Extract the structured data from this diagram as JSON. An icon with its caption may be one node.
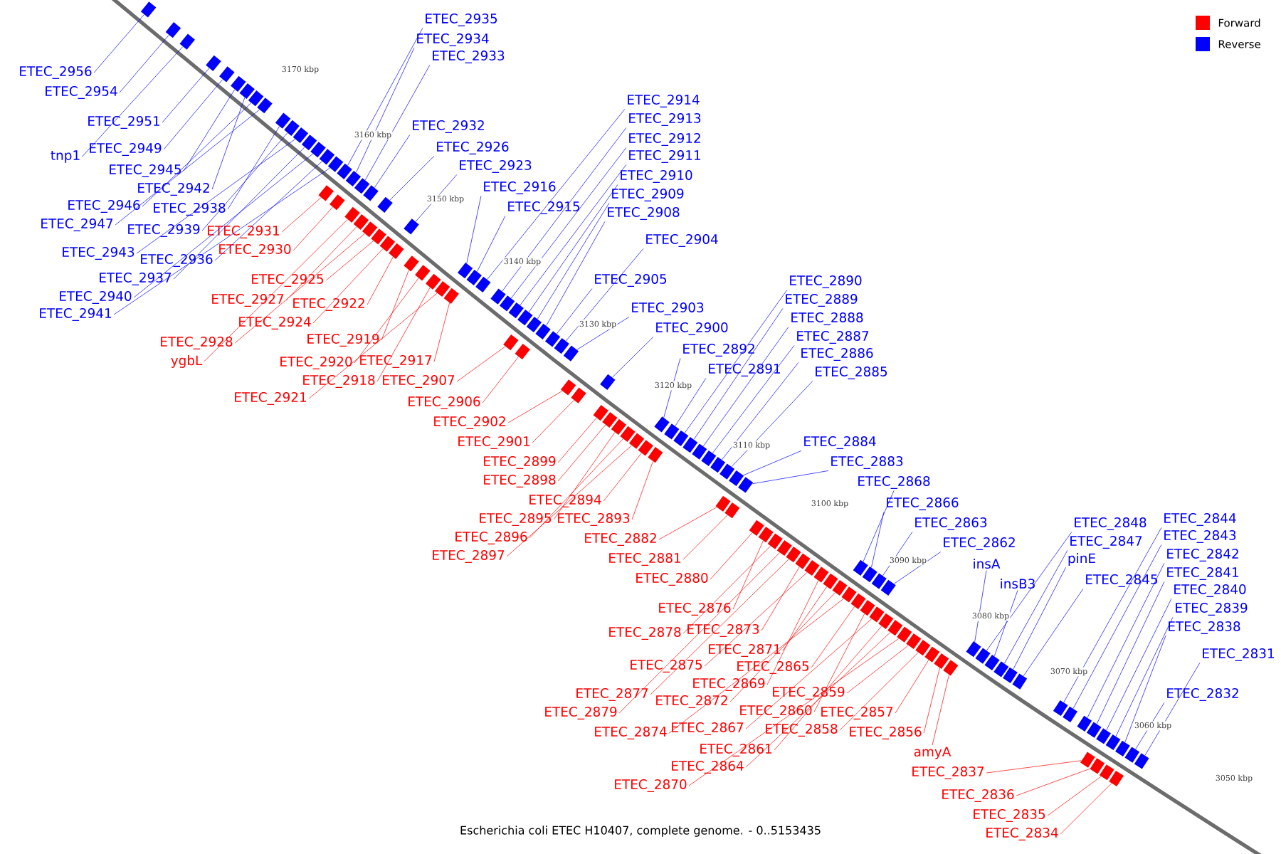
{
  "diagram": {
    "caption": "Escherichia coli ETEC H10407, complete genome. - 0..5153435",
    "nodes": [
      {
        "text": [
          "ETEC_2956"
        ]
      },
      {
        "text": [
          "ETEC_2954"
        ]
      },
      {
        "text": [
          "ETEC_2951"
        ]
      },
      {
        "text": [
          "tnp1"
        ]
      },
      {
        "text": [
          "ETEC_2949"
        ]
      },
      {
        "text": [
          "ETEC_2945"
        ]
      },
      {
        "text": [
          "ETEC_2942"
        ]
      },
      {
        "text": [
          "ETEC_2946"
        ]
      },
      {
        "text": [
          "ETEC_2938"
        ]
      },
      {
        "text": [
          "ETEC_2947"
        ]
      },
      {
        "text": [
          "ETEC_2939"
        ]
      },
      {
        "text": [
          "ETEC_2943"
        ]
      },
      {
        "text": [
          "ETEC_2936"
        ]
      },
      {
        "text": [
          "ETEC_2937"
        ]
      },
      {
        "text": [
          "ETEC_2940"
        ]
      },
      {
        "text": [
          "ETEC_2941"
        ]
      },
      {
        "text": [
          "ETEC_2935"
        ]
      },
      {
        "text": [
          "ETEC_2934"
        ]
      },
      {
        "text": [
          "ETEC_2933"
        ]
      },
      {
        "text": [
          "ETEC_2932"
        ]
      },
      {
        "text": [
          "ETEC_2926"
        ]
      },
      {
        "text": [
          "ETEC_2923"
        ]
      },
      {
        "text": [
          "ETEC_2916"
        ]
      },
      {
        "text": [
          "ETEC_2915"
        ]
      },
      {
        "text": [
          "ETEC_2914"
        ]
      },
      {
        "text": [
          "ETEC_2913"
        ]
      },
      {
        "text": [
          "ETEC_2912"
        ]
      },
      {
        "text": [
          "ETEC_2911"
        ]
      },
      {
        "text": [
          "ETEC_2910"
        ]
      },
      {
        "text": [
          "ETEC_2909"
        ]
      },
      {
        "text": [
          "ETEC_2908"
        ]
      },
      {
        "text": [
          "ETEC_2904"
        ]
      },
      {
        "text": [
          "ETEC_2905"
        ]
      },
      {
        "text": [
          "ETEC_2903"
        ]
      },
      {
        "text": [
          "ETEC_2900"
        ]
      },
      {
        "text": [
          "ETEC_2892"
        ]
      },
      {
        "text": [
          "ETEC_2891"
        ]
      },
      {
        "text": [
          "ETEC_2890"
        ]
      },
      {
        "text": [
          "ETEC_2889"
        ]
      },
      {
        "text": [
          "ETEC_2888"
        ]
      },
      {
        "text": [
          "ETEC_2887"
        ]
      },
      {
        "text": [
          "ETEC_2886"
        ]
      },
      {
        "text": [
          "ETEC_2885"
        ]
      },
      {
        "text": [
          "ETEC_2884"
        ]
      },
      {
        "text": [
          "ETEC_2883"
        ]
      },
      {
        "text": [
          "ETEC_2868"
        ]
      },
      {
        "text": [
          "ETEC_2866"
        ]
      },
      {
        "text": [
          "ETEC_2863"
        ]
      },
      {
        "text": [
          "ETEC_2862"
        ]
      },
      {
        "text": [
          "insA"
        ]
      },
      {
        "text": [
          "insB3"
        ]
      },
      {
        "text": [
          "ETEC_2848"
        ]
      },
      {
        "text": [
          "ETEC_2847"
        ]
      },
      {
        "text": [
          "pinE"
        ]
      },
      {
        "text": [
          "ETEC_2845"
        ]
      },
      {
        "text": [
          "ETEC_2844"
        ]
      },
      {
        "text": [
          "ETEC_2843"
        ]
      },
      {
        "text": [
          "ETEC_2842"
        ]
      },
      {
        "text": [
          "ETEC_2841"
        ]
      },
      {
        "text": [
          "ETEC_2840"
        ]
      },
      {
        "text": [
          "ETEC_2839"
        ]
      },
      {
        "text": [
          "ETEC_2838"
        ]
      },
      {
        "text": [
          "ETEC_2831"
        ]
      },
      {
        "text": [
          "ETEC_2832"
        ]
      },
      {
        "text": [
          "ETEC_2931"
        ]
      },
      {
        "text": [
          "ETEC_2930"
        ]
      },
      {
        "text": [
          "ETEC_2925"
        ]
      },
      {
        "text": [
          "ETEC_2927"
        ]
      },
      {
        "text": [
          "ETEC_2922"
        ]
      },
      {
        "text": [
          "ETEC_2924"
        ]
      },
      {
        "text": [
          "ETEC_2919"
        ]
      },
      {
        "text": [
          "ETEC_2928"
        ]
      },
      {
        "text": [
          "ygbL"
        ]
      },
      {
        "text": [
          "ETEC_2920"
        ]
      },
      {
        "text": [
          "ETEC_2917"
        ]
      },
      {
        "text": [
          "ETEC_2918"
        ]
      },
      {
        "text": [
          "ETEC_2907"
        ]
      },
      {
        "text": [
          "ETEC_2921"
        ]
      },
      {
        "text": [
          "ETEC_2906"
        ]
      },
      {
        "text": [
          "ETEC_2902"
        ]
      },
      {
        "text": [
          "ETEC_2901"
        ]
      },
      {
        "text": [
          "ETEC_2899"
        ]
      },
      {
        "text": [
          "ETEC_2898"
        ]
      },
      {
        "text": [
          "ETEC_2894"
        ]
      },
      {
        "text": [
          "ETEC_2895"
        ]
      },
      {
        "text": [
          "ETEC_2893"
        ]
      },
      {
        "text": [
          "ETEC_2896"
        ]
      },
      {
        "text": [
          "ETEC_2897"
        ]
      },
      {
        "text": [
          "ETEC_2882"
        ]
      },
      {
        "text": [
          "ETEC_2881"
        ]
      },
      {
        "text": [
          "ETEC_2880"
        ]
      },
      {
        "text": [
          "ETEC_2876"
        ]
      },
      {
        "text": [
          "ETEC_2878"
        ]
      },
      {
        "text": [
          "ETEC_2873"
        ]
      },
      {
        "text": [
          "ETEC_2871"
        ]
      },
      {
        "text": [
          "ETEC_2875"
        ]
      },
      {
        "text": [
          "ETEC_2865"
        ]
      },
      {
        "text": [
          "ETEC_2869"
        ]
      },
      {
        "text": [
          "ETEC_2877"
        ]
      },
      {
        "text": [
          "ETEC_2872"
        ]
      },
      {
        "text": [
          "ETEC_2859"
        ]
      },
      {
        "text": [
          "ETEC_2879"
        ]
      },
      {
        "text": [
          "ETEC_2860"
        ]
      },
      {
        "text": [
          "ETEC_2857"
        ]
      },
      {
        "text": [
          "ETEC_2874"
        ]
      },
      {
        "text": [
          "ETEC_2867"
        ]
      },
      {
        "text": [
          "ETEC_2858"
        ]
      },
      {
        "text": [
          "ETEC_2856"
        ]
      },
      {
        "text": [
          "ETEC_2861"
        ]
      },
      {
        "text": [
          "ETEC_2864"
        ]
      },
      {
        "text": [
          "ETEC_2870"
        ]
      },
      {
        "text": [
          "amyA"
        ]
      },
      {
        "text": [
          "ETEC_2837"
        ]
      },
      {
        "text": [
          "ETEC_2836"
        ]
      },
      {
        "text": [
          "ETEC_2835"
        ]
      },
      {
        "text": [
          "ETEC_2834"
        ]
      },
      {
        "text": [],
        "shape": "bar"
      },
      {
        "text": [],
        "shape": "bar"
      },
      {
        "text": [],
        "shape": "bar"
      },
      {
        "text": [],
        "shape": "bar"
      },
      {
        "text": [],
        "shape": "bar"
      },
      {
        "text": [],
        "shape": "bar"
      },
      {
        "text": [],
        "shape": "bar"
      },
      {
        "text": [],
        "shape": "bar"
      },
      {
        "text": [],
        "shape": "bar"
      },
      {
        "text": [],
        "shape": "bar"
      },
      {
        "text": [],
        "shape": "bar"
      },
      {
        "text": [],
        "shape": "bar"
      },
      {
        "text": [],
        "shape": "bar"
      },
      {
        "text": [],
        "shape": "bar"
      },
      {
        "text": [],
        "shape": "bar"
      },
      {
        "text": [],
        "shape": "bar"
      },
      {
        "text": [],
        "shape": "bar"
      },
      {
        "text": [],
        "shape": "bar"
      },
      {
        "text": [],
        "shape": "bar"
      },
      {
        "text": [],
        "shape": "bar"
      },
      {
        "text": [],
        "shape": "bar"
      },
      {
        "text": [],
        "shape": "bar"
      },
      {
        "text": [],
        "shape": "bar"
      },
      {
        "text": [],
        "shape": "bar"
      },
      {
        "text": [],
        "shape": "bar"
      },
      {
        "text": [],
        "shape": "bar"
      },
      {
        "text": [],
        "shape": "bar"
      },
      {
        "text": [],
        "shape": "bar"
      },
      {
        "text": [],
        "shape": "bar"
      },
      {
        "text": [],
        "shape": "bar"
      },
      {
        "text": [],
        "shape": "bar"
      },
      {
        "text": [],
        "shape": "bar"
      },
      {
        "text": [],
        "shape": "bar"
      },
      {
        "text": [],
        "shape": "bar"
      },
      {
        "text": [],
        "shape": "bar"
      },
      {
        "text": [],
        "shape": "bar"
      },
      {
        "text": [],
        "shape": "bar"
      },
      {
        "text": [],
        "shape": "bar"
      },
      {
        "text": [],
        "shape": "bar"
      },
      {
        "text": [],
        "shape": "bar"
      },
      {
        "text": [],
        "shape": "bar"
      },
      {
        "text": [],
        "shape": "bar"
      },
      {
        "text": [],
        "shape": "bar"
      },
      {
        "text": [],
        "shape": "bar"
      },
      {
        "text": [],
        "shape": "bar"
      },
      {
        "text": [],
        "shape": "bar"
      },
      {
        "text": [],
        "shape": "bar"
      },
      {
        "text": [],
        "shape": "bar"
      },
      {
        "text": [],
        "shape": "bar"
      },
      {
        "text": [],
        "shape": "bar"
      },
      {
        "text": [],
        "shape": "bar"
      },
      {
        "text": [],
        "shape": "bar"
      },
      {
        "text": [],
        "shape": "bar"
      },
      {
        "text": [],
        "shape": "bar"
      },
      {
        "text": [],
        "shape": "bar"
      },
      {
        "text": [],
        "shape": "bar"
      },
      {
        "text": [],
        "shape": "bar"
      },
      {
        "text": [],
        "shape": "bar"
      },
      {
        "text": [],
        "shape": "bar"
      },
      {
        "text": [],
        "shape": "bar"
      },
      {
        "text": [],
        "shape": "bar"
      },
      {
        "text": [],
        "shape": "bar"
      },
      {
        "text": [],
        "shape": "bar"
      },
      {
        "text": [],
        "shape": "bar"
      },
      {
        "text": [],
        "shape": "bar"
      },
      {
        "text": [],
        "shape": "bar"
      },
      {
        "text": [],
        "shape": "bar"
      },
      {
        "text": [],
        "shape": "bar"
      },
      {
        "text": [],
        "shape": "bar"
      },
      {
        "text": [],
        "shape": "bar"
      },
      {
        "text": [],
        "shape": "bar"
      },
      {
        "text": [],
        "shape": "bar"
      },
      {
        "text": [],
        "shape": "bar"
      },
      {
        "text": [],
        "shape": "bar"
      },
      {
        "text": [],
        "shape": "bar"
      },
      {
        "text": [],
        "shape": "bar"
      },
      {
        "text": [],
        "shape": "bar"
      },
      {
        "text": [],
        "shape": "bar"
      },
      {
        "text": [],
        "shape": "bar"
      },
      {
        "text": [],
        "shape": "bar"
      },
      {
        "text": [],
        "shape": "bar"
      },
      {
        "text": [],
        "shape": "bar"
      },
      {
        "text": [],
        "shape": "bar"
      },
      {
        "text": [],
        "shape": "bar"
      },
      {
        "text": [],
        "shape": "bar"
      },
      {
        "text": [],
        "shape": "bar"
      },
      {
        "text": [],
        "shape": "bar"
      },
      {
        "text": [],
        "shape": "bar"
      },
      {
        "text": [],
        "shape": "bar"
      },
      {
        "text": [],
        "shape": "bar"
      },
      {
        "text": [],
        "shape": "bar"
      },
      {
        "text": [],
        "shape": "bar"
      },
      {
        "text": [],
        "shape": "bar"
      },
      {
        "text": [],
        "shape": "bar"
      },
      {
        "text": [],
        "shape": "bar"
      },
      {
        "text": [],
        "shape": "bar"
      },
      {
        "text": [],
        "shape": "bar"
      },
      {
        "text": [],
        "shape": "bar"
      },
      {
        "text": [],
        "shape": "bar"
      },
      {
        "text": [],
        "shape": "bar"
      },
      {
        "text": [],
        "shape": "bar"
      },
      {
        "text": [],
        "shape": "bar"
      },
      {
        "text": [],
        "shape": "bar"
      },
      {
        "text": [],
        "shape": "bar"
      },
      {
        "text": [],
        "shape": "bar"
      },
      {
        "text": [],
        "shape": "bar"
      },
      {
        "text": [],
        "shape": "bar"
      },
      {
        "text": [],
        "shape": "bar"
      },
      {
        "text": [],
        "shape": "bar"
      },
      {
        "text": [],
        "shape": "bar"
      },
      {
        "text": [],
        "shape": "bar"
      },
      {
        "text": [],
        "shape": "bar"
      },
      {
        "text": [],
        "shape": "bar"
      },
      {
        "text": [],
        "shape": "bar"
      },
      {
        "text": [],
        "shape": "bar"
      },
      {
        "text": [],
        "shape": "bar"
      }
    ],
    "edges": [
      {
        "from": 0,
        "to": 116,
        "arrow": "none"
      },
      {
        "from": 1,
        "to": 117,
        "arrow": "none"
      },
      {
        "from": 2,
        "to": 118,
        "arrow": "none"
      },
      {
        "from": 3,
        "to": 119,
        "arrow": "none"
      },
      {
        "from": 4,
        "to": 120,
        "arrow": "none"
      },
      {
        "from": 5,
        "to": 121,
        "arrow": "none"
      },
      {
        "from": 6,
        "to": 122,
        "arrow": "none"
      },
      {
        "from": 7,
        "to": 123,
        "arrow": "none"
      },
      {
        "from": 8,
        "to": 124,
        "arrow": "none"
      },
      {
        "from": 9,
        "to": 125,
        "arrow": "none"
      },
      {
        "from": 10,
        "to": 126,
        "arrow": "none"
      },
      {
        "from": 11,
        "to": 127,
        "arrow": "none"
      },
      {
        "from": 12,
        "to": 128,
        "arrow": "none"
      },
      {
        "from": 13,
        "to": 129,
        "arrow": "none"
      },
      {
        "from": 14,
        "to": 130,
        "arrow": "none"
      },
      {
        "from": 15,
        "to": 131,
        "arrow": "none"
      },
      {
        "from": 16,
        "to": 132,
        "arrow": "none"
      },
      {
        "from": 17,
        "to": 133,
        "arrow": "none"
      },
      {
        "from": 18,
        "to": 134,
        "arrow": "none"
      },
      {
        "from": 19,
        "to": 135,
        "arrow": "none"
      },
      {
        "from": 20,
        "to": 136,
        "arrow": "none"
      },
      {
        "from": 21,
        "to": 137,
        "arrow": "none"
      },
      {
        "from": 22,
        "to": 138,
        "arrow": "none"
      },
      {
        "from": 23,
        "to": 139,
        "arrow": "none"
      },
      {
        "from": 24,
        "to": 140,
        "arrow": "none"
      },
      {
        "from": 25,
        "to": 141,
        "arrow": "none"
      },
      {
        "from": 26,
        "to": 142,
        "arrow": "none"
      },
      {
        "from": 27,
        "to": 143,
        "arrow": "none"
      },
      {
        "from": 28,
        "to": 144,
        "arrow": "none"
      },
      {
        "from": 29,
        "to": 145,
        "arrow": "none"
      },
      {
        "from": 30,
        "to": 146,
        "arrow": "none"
      },
      {
        "from": 31,
        "to": 147,
        "arrow": "none"
      },
      {
        "from": 32,
        "to": 148,
        "arrow": "none"
      },
      {
        "from": 33,
        "to": 149,
        "arrow": "none"
      },
      {
        "from": 34,
        "to": 150,
        "arrow": "none"
      },
      {
        "from": 35,
        "to": 151,
        "arrow": "none"
      },
      {
        "from": 36,
        "to": 152,
        "arrow": "none"
      },
      {
        "from": 37,
        "to": 153,
        "arrow": "none"
      },
      {
        "from": 38,
        "to": 154,
        "arrow": "none"
      },
      {
        "from": 39,
        "to": 155,
        "arrow": "none"
      },
      {
        "from": 40,
        "to": 156,
        "arrow": "none"
      },
      {
        "from": 41,
        "to": 157,
        "arrow": "none"
      },
      {
        "from": 42,
        "to": 158,
        "arrow": "none"
      },
      {
        "from": 43,
        "to": 159,
        "arrow": "none"
      },
      {
        "from": 44,
        "to": 160,
        "arrow": "none"
      },
      {
        "from": 45,
        "to": 161,
        "arrow": "none"
      },
      {
        "from": 46,
        "to": 162,
        "arrow": "none"
      },
      {
        "from": 47,
        "to": 163,
        "arrow": "none"
      },
      {
        "from": 48,
        "to": 164,
        "arrow": "none"
      },
      {
        "from": 49,
        "to": 165,
        "arrow": "none"
      },
      {
        "from": 50,
        "to": 166,
        "arrow": "none"
      },
      {
        "from": 51,
        "to": 167,
        "arrow": "none"
      },
      {
        "from": 52,
        "to": 168,
        "arrow": "none"
      },
      {
        "from": 53,
        "to": 169,
        "arrow": "none"
      },
      {
        "from": 54,
        "to": 170,
        "arrow": "none"
      },
      {
        "from": 55,
        "to": 171,
        "arrow": "none"
      },
      {
        "from": 56,
        "to": 172,
        "arrow": "none"
      },
      {
        "from": 57,
        "to": 173,
        "arrow": "none"
      },
      {
        "from": 58,
        "to": 174,
        "arrow": "none"
      },
      {
        "from": 59,
        "to": 175,
        "arrow": "none"
      },
      {
        "from": 60,
        "to": 176,
        "arrow": "none"
      },
      {
        "from": 61,
        "to": 177,
        "arrow": "none"
      },
      {
        "from": 62,
        "to": 178,
        "arrow": "none"
      },
      {
        "from": 63,
        "to": 179,
        "arrow": "none"
      },
      {
        "from": 64,
        "to": 180,
        "arrow": "none",
        "color": "#ff0000"
      },
      {
        "from": 65,
        "to": 181,
        "arrow": "none",
        "color": "#ff0000"
      },
      {
        "from": 66,
        "to": 182,
        "arrow": "none",
        "color": "#ff0000"
      },
      {
        "from": 67,
        "to": 183,
        "arrow": "none",
        "color": "#ff0000"
      },
      {
        "from": 68,
        "to": 184,
        "arrow": "none",
        "color": "#ff0000"
      },
      {
        "from": 69,
        "to": 185,
        "arrow": "none",
        "color": "#ff0000"
      },
      {
        "from": 70,
        "to": 186,
        "arrow": "none",
        "color": "#ff0000"
      },
      {
        "from": 71,
        "to": 187,
        "arrow": "none",
        "color": "#ff0000"
      },
      {
        "from": 72,
        "to": 188,
        "arrow": "none",
        "color": "#ff0000"
      },
      {
        "from": 73,
        "to": 189,
        "arrow": "none",
        "color": "#ff0000"
      },
      {
        "from": 74,
        "to": 190,
        "arrow": "none",
        "color": "#ff0000"
      },
      {
        "from": 75,
        "to": 191,
        "arrow": "none",
        "color": "#ff0000"
      },
      {
        "from": 76,
        "to": 192,
        "arrow": "none",
        "color": "#ff0000"
      },
      {
        "from": 77,
        "to": 193,
        "arrow": "none",
        "color": "#ff0000"
      },
      {
        "from": 78,
        "to": 194,
        "arrow": "none",
        "color": "#ff0000"
      },
      {
        "from": 79,
        "to": 195,
        "arrow": "none",
        "color": "#ff0000"
      },
      {
        "from": 80,
        "to": 196,
        "arrow": "none",
        "color": "#ff0000"
      },
      {
        "from": 81,
        "to": 197,
        "arrow": "none",
        "color": "#ff0000"
      },
      {
        "from": 82,
        "to": 198,
        "arrow": "none",
        "color": "#ff0000"
      },
      {
        "from": 83,
        "to": 199,
        "arrow": "none",
        "color": "#ff0000"
      },
      {
        "from": 84,
        "to": 200,
        "arrow": "none",
        "color": "#ff0000"
      },
      {
        "from": 85,
        "to": 201,
        "arrow": "none",
        "color": "#ff0000"
      },
      {
        "from": 86,
        "to": 202,
        "arrow": "none",
        "color": "#ff0000"
      },
      {
        "from": 87,
        "to": 203,
        "arrow": "none",
        "color": "#ff0000"
      },
      {
        "from": 88,
        "to": 204,
        "arrow": "none",
        "color": "#ff0000"
      },
      {
        "from": 89,
        "to": 205,
        "arrow": "none",
        "color": "#ff0000"
      },
      {
        "from": 90,
        "to": 206,
        "arrow": "none",
        "color": "#ff0000"
      },
      {
        "from": 91,
        "to": 207,
        "arrow": "none",
        "color": "#ff0000"
      },
      {
        "from": 92,
        "to": 208,
        "arrow": "none",
        "color": "#ff0000"
      },
      {
        "from": 93,
        "to": 209,
        "arrow": "none",
        "color": "#ff0000"
      },
      {
        "from": 94,
        "to": 210,
        "arrow": "none",
        "color": "#ff0000"
      },
      {
        "from": 95,
        "to": 211,
        "arrow": "none",
        "color": "#ff0000"
      },
      {
        "from": 96,
        "to": 212,
        "arrow": "none",
        "color": "#ff0000"
      },
      {
        "from": 97,
        "to": 213,
        "arrow": "none",
        "color": "#ff0000"
      },
      {
        "from": 98,
        "to": 214,
        "arrow": "none",
        "color": "#ff0000"
      },
      {
        "from": 99,
        "to": 215,
        "arrow": "none",
        "color": "#ff0000"
      },
      {
        "from": 100,
        "to": 216,
        "arrow": "none",
        "color": "#ff0000"
      },
      {
        "from": 101,
        "to": 217,
        "arrow": "none",
        "color": "#ff0000"
      },
      {
        "from": 102,
        "to": 218,
        "arrow": "none",
        "color": "#ff0000"
      },
      {
        "from": 103,
        "to": 219,
        "arrow": "none",
        "color": "#ff0000"
      },
      {
        "from": 104,
        "to": 220,
        "arrow": "none",
        "color": "#ff0000"
      },
      {
        "from": 105,
        "to": 221,
        "arrow": "none",
        "color": "#ff0000"
      },
      {
        "from": 106,
        "to": 222,
        "arrow": "none",
        "color": "#ff0000"
      },
      {
        "from": 107,
        "to": 223,
        "arrow": "none",
        "color": "#ff0000"
      },
      {
        "from": 108,
        "to": 224,
        "arrow": "none",
        "color": "#ff0000"
      },
      {
        "from": 109,
        "to": 225,
        "arrow": "none",
        "color": "#ff0000"
      },
      {
        "from": 110,
        "to": 226,
        "arrow": "none",
        "color": "#ff0000"
      },
      {
        "from": 111,
        "to": 227,
        "arrow": "none",
        "color": "#ff0000"
      },
      {
        "from": 112,
        "to": 228,
        "arrow": "none",
        "color": "#ff0000"
      },
      {
        "from": 113,
        "to": 229,
        "arrow": "none",
        "color": "#ff0000"
      },
      {
        "from": 114,
        "to": 230,
        "arrow": "none",
        "color": "#ff0000"
      },
      {
        "from": 115,
        "to": 231,
        "arrow": "none",
        "color": "#ff0000"
      }
    ],
    "labels": [
      "3170 kbp",
      "3160 kbp",
      "3150 kbp",
      "3140 kbp",
      "3130 kbp",
      "3120 kbp",
      "3110 kbp",
      "3100 kbp",
      "3090 kbp",
      "3080 kbp",
      "3070 kbp",
      "3060 kbp",
      "3050 kbp"
    ],
    "legend": [
      {
        "text": "Forward",
        "color": "#ff0000"
      },
      {
        "text": "Reverse",
        "color": "#0000ff"
      }
    ]
  }
}
